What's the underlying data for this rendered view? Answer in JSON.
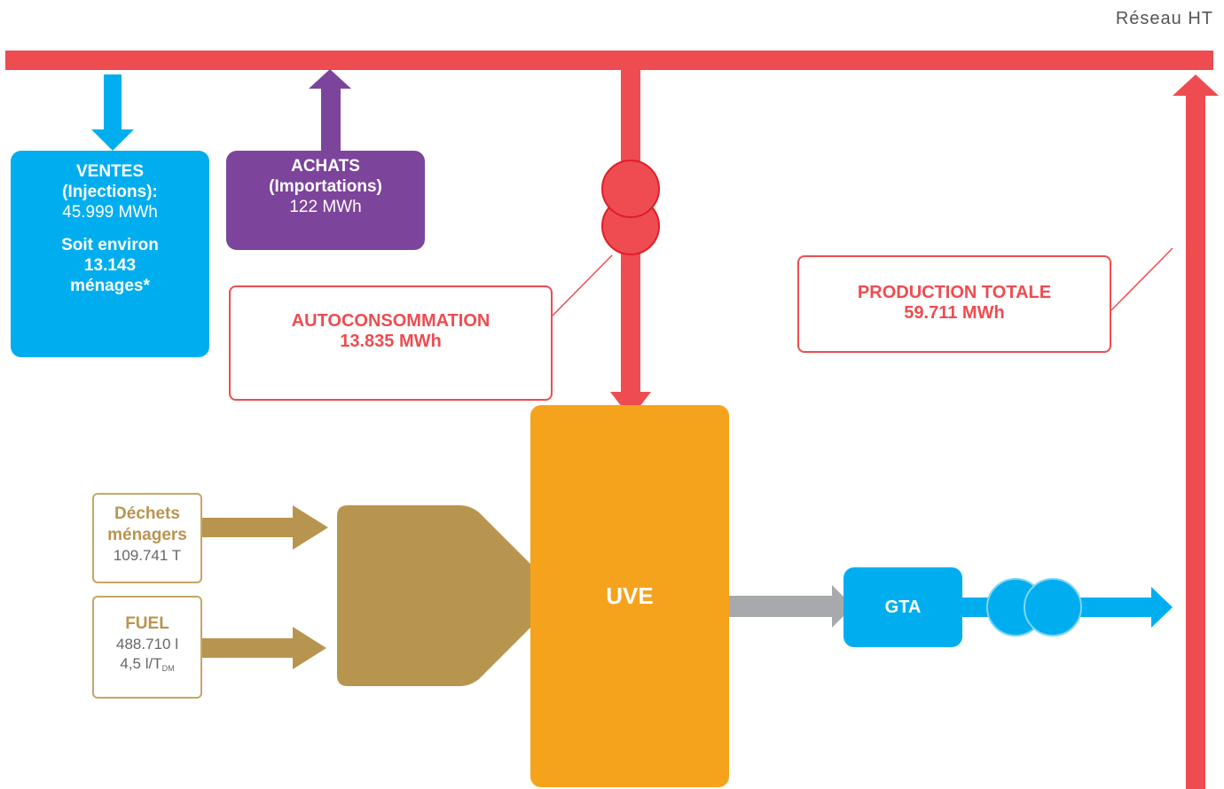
{
  "network": {
    "label": "Réseau HT"
  },
  "ventes": {
    "title_line1": "VENTES",
    "title_line2": "(Injections):",
    "value": "45.999 MWh",
    "households_line1": "Soit environ",
    "households_line2": "13.143",
    "households_line3": "ménages*"
  },
  "achats": {
    "title_line1": "ACHATS",
    "title_line2": "(Importations)",
    "value": "122 MWh"
  },
  "autoconsommation": {
    "title": "AUTOCONSOMMATION",
    "value": "13.835 MWh"
  },
  "production_totale": {
    "title": "PRODUCTION TOTALE",
    "value": "59.711 MWh"
  },
  "dechets": {
    "title_line1": "Déchets",
    "title_line2": "ménagers",
    "value": "109.741 T"
  },
  "fuel": {
    "title": "FUEL",
    "value": "488.710 l",
    "ratio_main": "4,5 l/T",
    "ratio_sub": "DM"
  },
  "uve": {
    "label": "UVE"
  },
  "gta": {
    "label": "GTA"
  },
  "colors": {
    "network_red": "#ee4c50",
    "sales_blue": "#00aeef",
    "purchases_purple": "#7d449c",
    "uve_orange": "#f5a31d",
    "input_gold": "#b8954f",
    "flow_grey": "#a7a9ac"
  }
}
